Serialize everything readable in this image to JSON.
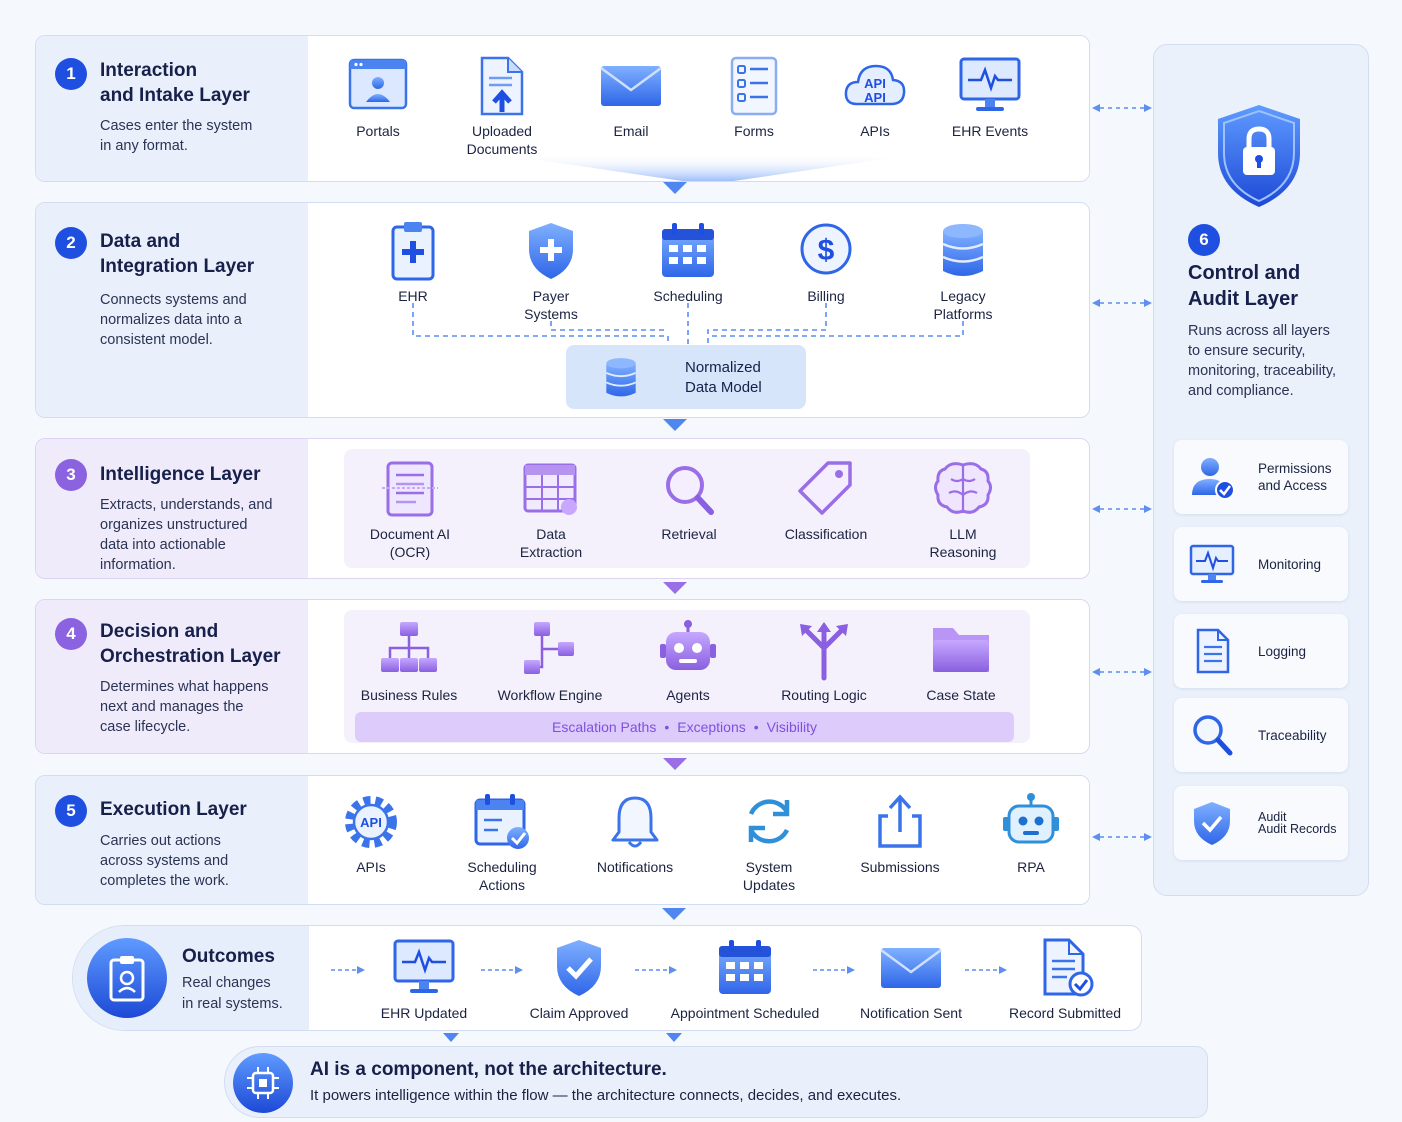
{
  "colors": {
    "accent_blue": "#1f4fe0",
    "accent_purple": "#8b62e0",
    "panel_blue": "#eaf0fb",
    "panel_purple": "#efebfb"
  },
  "layers": [
    {
      "number": "1",
      "title": "Interaction\nand Intake Layer",
      "description": "Cases enter the system\nin any format.",
      "items": [
        {
          "label": "Portals",
          "icon": "portal-icon"
        },
        {
          "label": "Uploaded\nDocuments",
          "icon": "upload-document-icon"
        },
        {
          "label": "Email",
          "icon": "envelope-icon"
        },
        {
          "label": "Forms",
          "icon": "form-icon"
        },
        {
          "label": "APIs",
          "icon": "api-cloud-icon"
        },
        {
          "label": "EHR Events",
          "icon": "monitor-pulse-icon"
        }
      ]
    },
    {
      "number": "2",
      "title": "Data and\nIntegration Layer",
      "description": "Connects systems and\nnormalizes data into a\nconsistent model.",
      "items": [
        {
          "label": "EHR",
          "icon": "medical-clipboard-icon"
        },
        {
          "label": "Payer\nSystems",
          "icon": "shield-cross-icon"
        },
        {
          "label": "Scheduling",
          "icon": "calendar-icon"
        },
        {
          "label": "Billing",
          "icon": "dollar-icon"
        },
        {
          "label": "Legacy\nPlatforms",
          "icon": "database-icon"
        }
      ],
      "hub": "Normalized\nData Model"
    },
    {
      "number": "3",
      "title": "Intelligence Layer",
      "description": "Extracts, understands, and\norganizes unstructured\ndata into actionable\ninformation.",
      "items": [
        {
          "label": "Document AI\n(OCR)",
          "icon": "document-scan-icon"
        },
        {
          "label": "Data\nExtraction",
          "icon": "table-icon"
        },
        {
          "label": "Retrieval",
          "icon": "magnifier-icon"
        },
        {
          "label": "Classification",
          "icon": "tag-icon"
        },
        {
          "label": "LLM\nReasoning",
          "icon": "brain-icon"
        }
      ]
    },
    {
      "number": "4",
      "title": "Decision and\nOrchestration Layer",
      "description": "Determines what happens\nnext and manages the\ncase lifecycle.",
      "items": [
        {
          "label": "Business Rules",
          "icon": "hierarchy-icon"
        },
        {
          "label": "Workflow Engine",
          "icon": "workflow-icon"
        },
        {
          "label": "Agents",
          "icon": "robot-icon"
        },
        {
          "label": "Routing Logic",
          "icon": "split-arrows-icon"
        },
        {
          "label": "Case State",
          "icon": "folder-icon"
        }
      ],
      "banner": [
        "Escalation Paths",
        "Exceptions",
        "Visibility"
      ]
    },
    {
      "number": "5",
      "title": "Execution Layer",
      "description": "Carries out actions\nacross systems and\ncompletes the work.",
      "items": [
        {
          "label": "APIs",
          "icon": "api-gear-icon"
        },
        {
          "label": "Scheduling\nActions",
          "icon": "calendar-check-icon"
        },
        {
          "label": "Notifications",
          "icon": "bell-icon"
        },
        {
          "label": "System\nUpdates",
          "icon": "refresh-icon"
        },
        {
          "label": "Submissions",
          "icon": "share-icon"
        },
        {
          "label": "RPA",
          "icon": "bot-icon"
        }
      ]
    }
  ],
  "control": {
    "number": "6",
    "title": "Control and\nAudit Layer",
    "description": "Runs across all layers\nto ensure security,\nmonitoring, traceability,\nand compliance.",
    "items": [
      {
        "label": "Permissions\nand Access",
        "icon": "user-check-icon"
      },
      {
        "label": "Monitoring",
        "icon": "monitor-pulse-icon"
      },
      {
        "label": "Logging",
        "icon": "log-document-icon"
      },
      {
        "label": "Traceability",
        "icon": "magnifier-icon"
      },
      {
        "label": "Audit\nAudit Records",
        "icon": "shield-check-icon"
      }
    ]
  },
  "outcomes": {
    "title": "Outcomes",
    "subtitle": "Real changes\nin real systems.",
    "items": [
      {
        "label": "EHR Updated",
        "icon": "monitor-pulse-icon"
      },
      {
        "label": "Claim Approved",
        "icon": "shield-check-icon"
      },
      {
        "label": "Appointment Scheduled",
        "icon": "calendar-icon"
      },
      {
        "label": "Notification Sent",
        "icon": "envelope-icon"
      },
      {
        "label": "Record Submitted",
        "icon": "document-check-icon"
      }
    ]
  },
  "footer": {
    "title": "AI is a component, not the architecture.",
    "text": "It powers intelligence within the flow — the architecture connects, decides, and executes."
  }
}
